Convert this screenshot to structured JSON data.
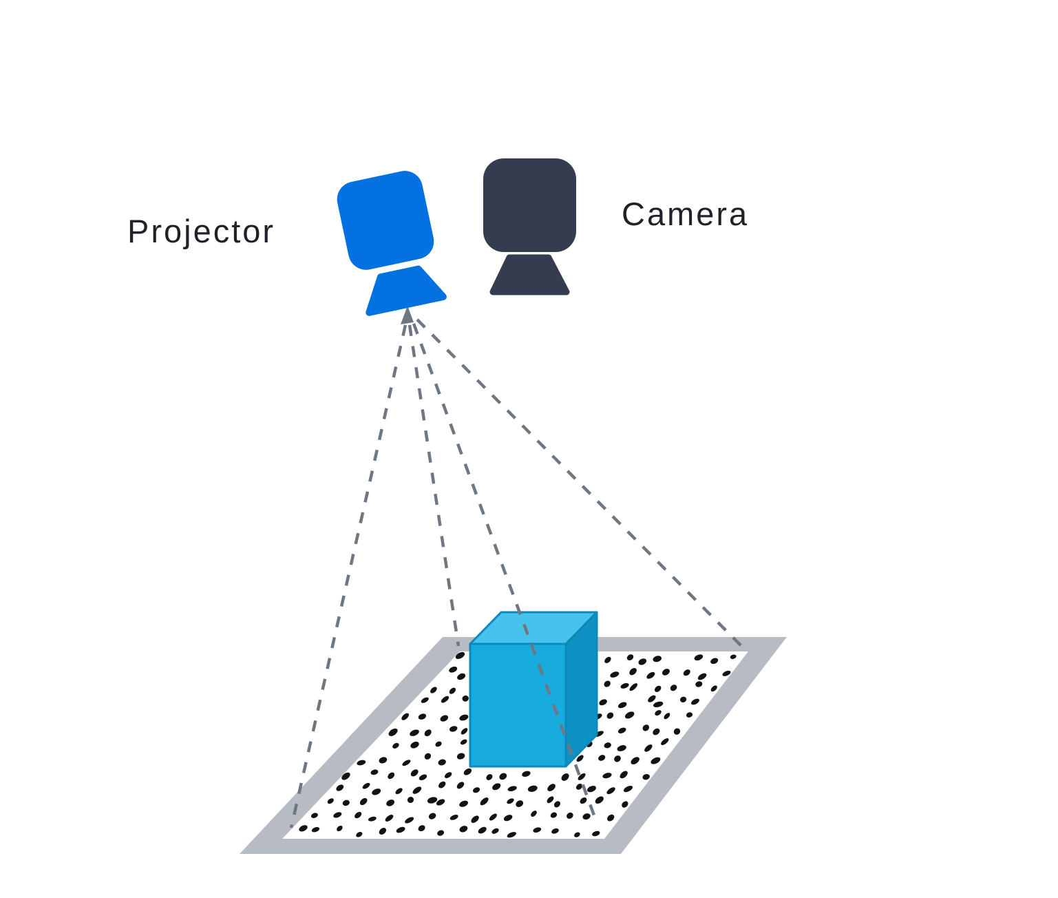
{
  "diagram": {
    "projector_label": "Projector",
    "camera_label": "Camera"
  },
  "colors": {
    "background": "#ffffff",
    "projector_blue": "#0471e1",
    "camera_dark": "#363c4f",
    "label_text": "#1f2329",
    "ray_gray": "#6e7885",
    "mat_border_gray": "#b7bcc4",
    "mat_surface_white": "#ffffff",
    "dot_black": "#131313",
    "cube_front": "#17abde",
    "cube_top": "#45c3ec",
    "cube_side": "#0e92c4",
    "cube_stroke": "#0d88ba"
  },
  "pattern": {
    "cols": 16,
    "rows": 13,
    "skip_rate": 0.04,
    "seed": 7
  }
}
